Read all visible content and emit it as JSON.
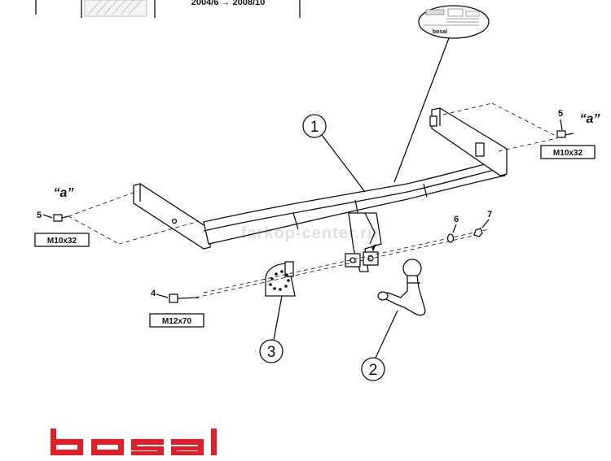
{
  "header": {
    "years": "2004/6 → 2008/10"
  },
  "watermark": "farkop-center.ru",
  "brand": {
    "name": "bosal",
    "color": "#e41e26"
  },
  "plate": {
    "brand": "bosal"
  },
  "parts": [
    {
      "number": "1",
      "name": "tow-bar-crossbeam"
    },
    {
      "number": "2",
      "name": "tow-ball"
    },
    {
      "number": "3",
      "name": "socket-plate"
    }
  ],
  "small_parts": {
    "bolt_left": {
      "number": "5",
      "marker": "“a”",
      "size": "M10x32"
    },
    "bolt_right": {
      "number": "5",
      "marker": "“a”",
      "size": "M10x32"
    },
    "bolt_ball": {
      "number": "4",
      "size": "M12x70"
    },
    "washer": {
      "number": "6"
    },
    "nut": {
      "number": "7"
    }
  }
}
